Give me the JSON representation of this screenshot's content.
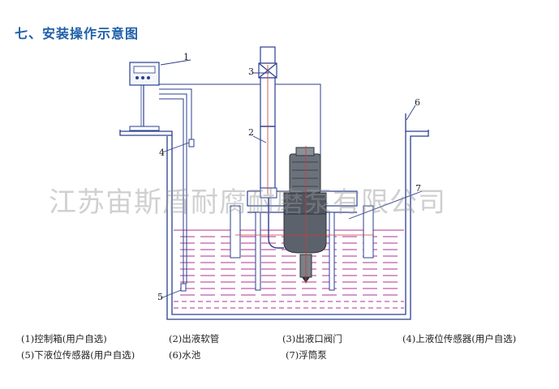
{
  "title": "七、安装操作示意图",
  "watermark": "江苏宙斯盾耐腐耐磨泵有限公司",
  "callouts": [
    "1",
    "2",
    "3",
    "4",
    "5",
    "6",
    "7"
  ],
  "legend": [
    "(1)控制箱(用户自选)",
    "(2)出液软管",
    "(3)出液口阀门",
    "(4)上液位传感器(用户自选)",
    "(5)下液位传感器(用户自选)",
    "(6)水池",
    "(7)浮筒泵"
  ],
  "colors": {
    "title": "#1f5fa8",
    "line": "#2a3f8f",
    "water": "#c05aa8",
    "pump": "#4f5660",
    "accent_red": "#d23a3a"
  }
}
